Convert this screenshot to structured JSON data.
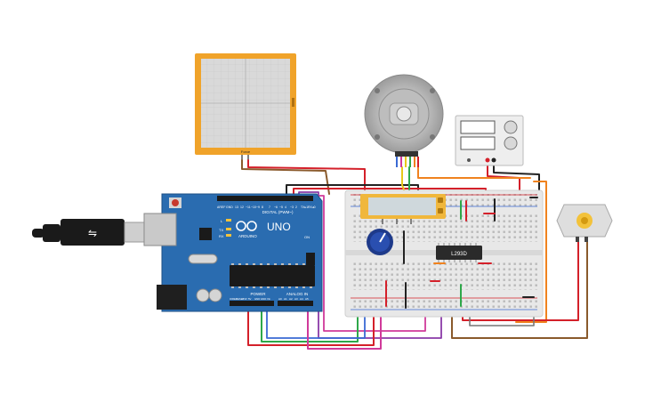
{
  "arduino": {
    "brand": "ARDUINO",
    "model": "UNO",
    "digital_header": "DIGITAL (PWM~)",
    "power_header": "POWER",
    "analog_header": "ANALOG IN",
    "led_l": "L",
    "led_tx": "TX",
    "led_rx": "RX",
    "on_label": "ON",
    "aref": "AREF",
    "gnd": "GND",
    "pin_labels": [
      "13",
      "12",
      "~11",
      "~10",
      "~9",
      "8",
      "7",
      "~6",
      "~5",
      "4",
      "~3",
      "2",
      "TX▸1",
      "RX◂0"
    ],
    "power_pins": [
      "IOREF",
      "RESET",
      "3.3V",
      "5V",
      "GND",
      "GND",
      "Vin"
    ],
    "analog_pins": [
      "A0",
      "A1",
      "A2",
      "A3",
      "A4",
      "A5"
    ]
  },
  "chip": {
    "label": "L293D"
  },
  "force_sensor": {
    "label": "Force"
  },
  "colors": {
    "board": "#2a6cb0",
    "board_dark": "#1d4f86",
    "sensor_frame": "#f0a32a",
    "lcd_body": "#f0b73c",
    "wire_red": "#d4202a",
    "wire_black": "#222222",
    "wire_green": "#2ea84a",
    "wire_orange": "#f0821e",
    "wire_brown": "#8a5a2c",
    "wire_purple": "#8a3aa8",
    "wire_magenta": "#d03a9a",
    "wire_yellow": "#e8c81a",
    "wire_blue": "#3a6ad4"
  }
}
